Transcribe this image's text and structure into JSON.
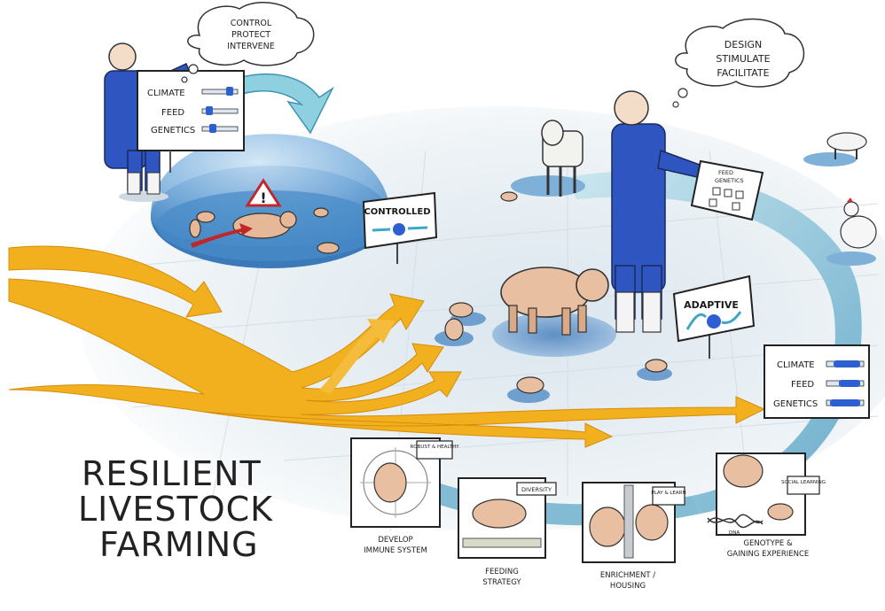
{
  "title_lines": [
    "RESILIENT",
    "LIVESTOCK",
    "FARMING"
  ],
  "left_cloud": [
    "CONTROL",
    "PROTECT",
    "INTERVENE"
  ],
  "right_cloud": [
    "DESIGN",
    "STIMULATE",
    "FACILITATE"
  ],
  "left_board": {
    "rows": [
      "CLIMATE",
      "FEED",
      "GENETICS"
    ]
  },
  "right_board": {
    "rows": [
      "CLIMATE",
      "FEED",
      "GENETICS"
    ]
  },
  "tablet": {
    "lines": [
      "FEED",
      "GENETICS"
    ]
  },
  "signs": {
    "controlled": "CONTROLLED",
    "adaptive": "ADAPTIVE"
  },
  "panels": [
    {
      "tag": "ROBUST & HEALTHY",
      "caption": [
        "DEVELOP",
        "IMMUNE SYSTEM"
      ]
    },
    {
      "tag": "DIVERSITY",
      "caption": [
        "FEEDING",
        "STRATEGY"
      ]
    },
    {
      "tag": "PLAY & LEARN",
      "caption": [
        "ENRICHMENT /",
        "HOUSING"
      ]
    },
    {
      "tag": "SOCIAL LEARNING",
      "caption": [
        "GENOTYPE &",
        "GAINING EXPERIENCE"
      ],
      "dna": "DNA"
    }
  ],
  "colors": {
    "arrow": "#f2b01e",
    "arrow_dark": "#e39a10",
    "dome": "#3f86c8",
    "ring": "#8fc6da",
    "pig": "#e8bfa0",
    "overall": "#2d4fb5"
  }
}
